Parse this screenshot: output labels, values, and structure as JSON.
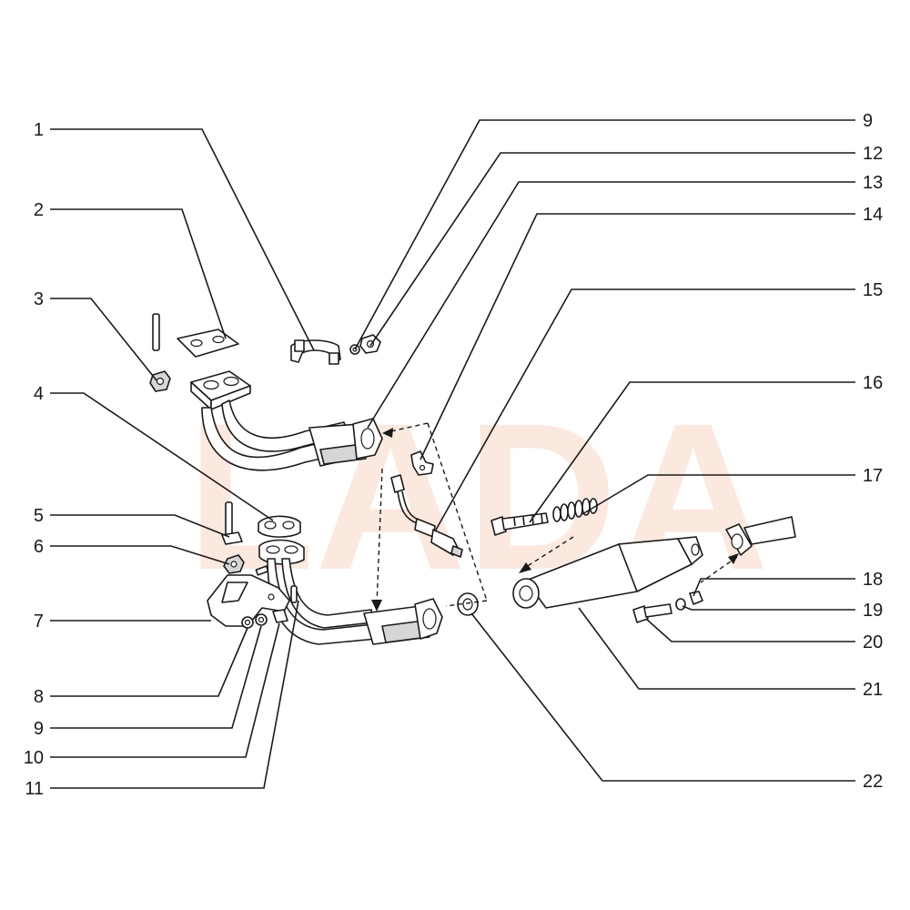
{
  "watermark": {
    "text": "LADA",
    "color": "#f8d6c4"
  },
  "callouts_left": [
    {
      "number": "1"
    },
    {
      "number": "2"
    },
    {
      "number": "3"
    },
    {
      "number": "4"
    },
    {
      "number": "5"
    },
    {
      "number": "6"
    },
    {
      "number": "7"
    },
    {
      "number": "8"
    },
    {
      "number": "9"
    },
    {
      "number": "10"
    },
    {
      "number": "11"
    }
  ],
  "callouts_right": [
    {
      "number": "9"
    },
    {
      "number": "12"
    },
    {
      "number": "13"
    },
    {
      "number": "14"
    },
    {
      "number": "15"
    },
    {
      "number": "16"
    },
    {
      "number": "17"
    },
    {
      "number": "18"
    },
    {
      "number": "19"
    },
    {
      "number": "20"
    },
    {
      "number": "21"
    },
    {
      "number": "22"
    }
  ]
}
